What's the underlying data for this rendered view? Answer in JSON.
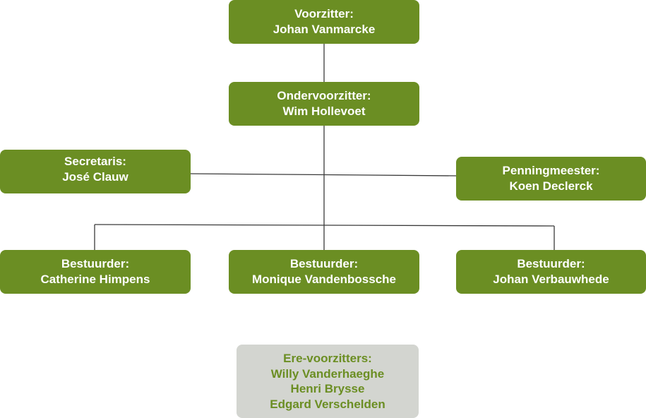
{
  "chart": {
    "chairman": {
      "role": "Voorzitter:",
      "name": "Johan Vanmarcke"
    },
    "vice_chairman": {
      "role": "Ondervoorzitter:",
      "name": "Wim Hollevoet"
    },
    "secretary": {
      "role": "Secretaris:",
      "name": "José Clauw"
    },
    "treasurer": {
      "role": "Penningmeester:",
      "name": "Koen Declerck"
    },
    "directors": [
      {
        "role": "Bestuurder:",
        "name": "Catherine Himpens"
      },
      {
        "role": "Bestuurder:",
        "name": "Monique Vandenbossche"
      },
      {
        "role": "Bestuurder:",
        "name": "Johan Verbauwhede"
      }
    ],
    "honorary": {
      "title": "Ere-voorzitters:",
      "names": [
        "Willy Vanderhaeghe",
        "Henri Brysse",
        "Edgard Verschelden"
      ]
    }
  },
  "colors": {
    "box": "#6b8e23",
    "box_text": "#ffffff",
    "honor_box": "#d3d5d0",
    "honor_text": "#6b8e23",
    "connector": "#3a3a3a"
  }
}
